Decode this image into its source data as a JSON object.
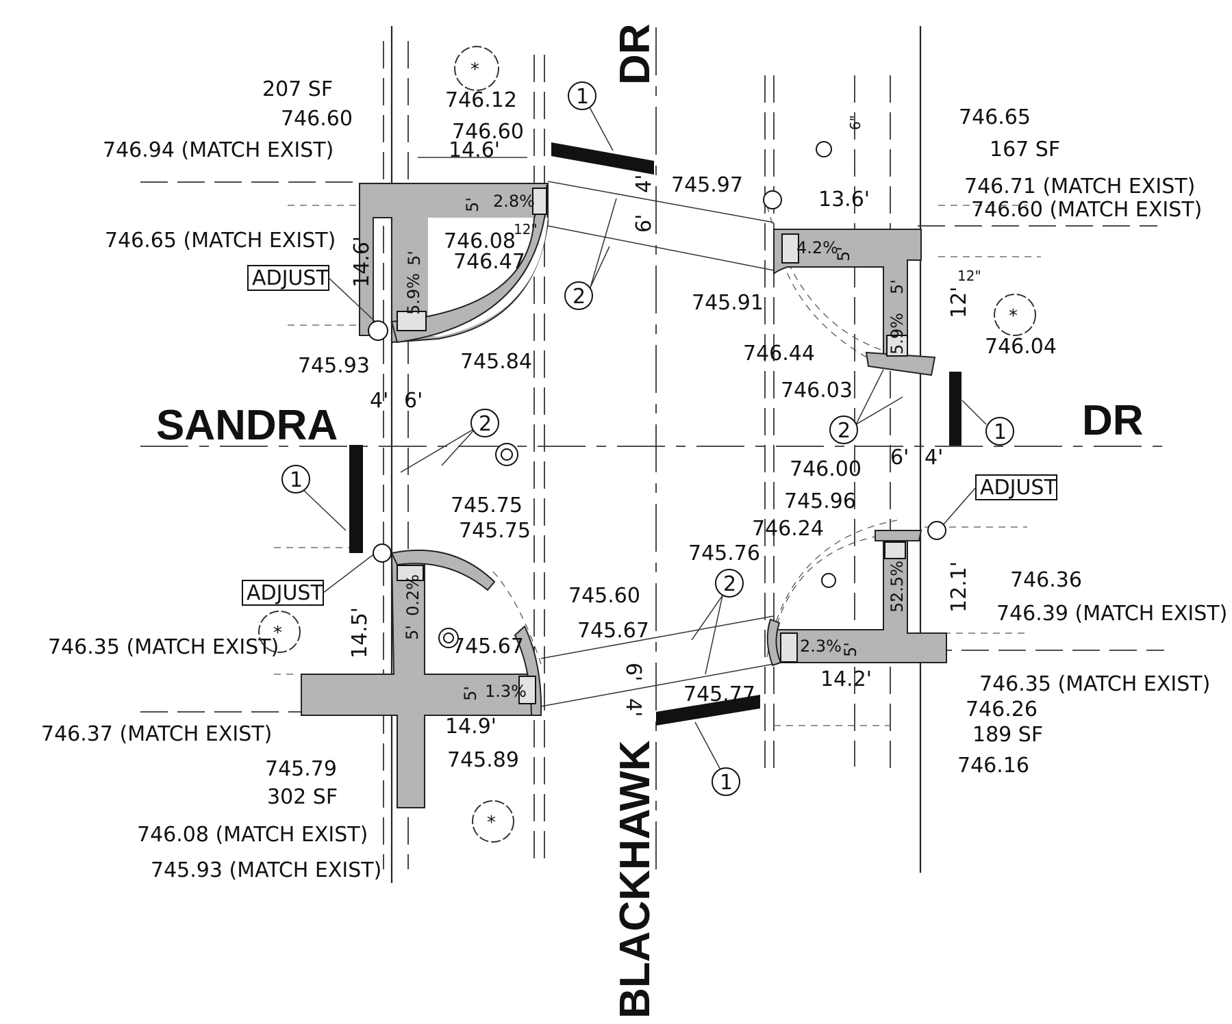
{
  "streets": {
    "sandra_left": "SANDRA",
    "dr_right": "DR",
    "dr_top": "DR",
    "blackhawk": "BLACKHAWK"
  },
  "callouts": {
    "one": "1",
    "two": "2"
  },
  "adjust_label": "ADJUST",
  "nw": {
    "area": "207 SF",
    "e1": "746.60",
    "e2": "746.60",
    "e3": "746.12",
    "match1": "746.94 (MATCH EXIST)",
    "match2": "746.65 (MATCH EXIST)",
    "e4": "746.08",
    "e5": "746.47",
    "e6": "745.93",
    "e7": "745.84",
    "dim_width": "14.6'",
    "dim_height": "14.6'",
    "slope1": "2.8%",
    "slope2": "5.9%",
    "w1": "5'",
    "w2": "5'",
    "curb": "12\""
  },
  "ne": {
    "e1": "746.65",
    "area": "167 SF",
    "match1": "746.71 (MATCH EXIST)",
    "match2": "746.60 (MATCH EXIST)",
    "e2": "745.97",
    "e3": "745.91",
    "e4": "746.44",
    "e5": "746.04",
    "e6": "746.03",
    "dim_width": "13.6'",
    "dim_height": "12'",
    "slope1": "4.2%",
    "slope2": "5.9%",
    "w1": "5'",
    "w2": "5'",
    "curb": "12\"",
    "curb2": "6\""
  },
  "sw": {
    "e1": "745.75",
    "e2": "745.75",
    "e3": "745.60",
    "e4": "745.67",
    "e5": "745.67",
    "match1": "746.35 (MATCH EXIST)",
    "match2": "746.37 (MATCH EXIST)",
    "e6": "745.79",
    "area": "302 SF",
    "match3": "746.08 (MATCH EXIST)",
    "match4": "745.93 (MATCH EXIST)",
    "e7": "745.89",
    "dim_width": "14.9'",
    "dim_height": "14.5'",
    "slope1": "0.2%",
    "slope2": "1.3%",
    "w1": "5'",
    "w2": "5'"
  },
  "se": {
    "e1": "746.00",
    "e2": "745.96",
    "e3": "746.24",
    "e4": "745.76",
    "e5": "745.77",
    "e6": "746.36",
    "match1": "746.39 (MATCH EXIST)",
    "match2": "746.35 (MATCH EXIST)",
    "e7": "746.26",
    "area": "189 SF",
    "e8": "746.16",
    "dim_width": "14.2'",
    "dim_height": "12.1'",
    "slope1": "2.3%",
    "slope2": "2.5%",
    "w1": "5'",
    "w2": "5'"
  },
  "dims": {
    "four_ft": "4'",
    "six_ft": "6'"
  }
}
